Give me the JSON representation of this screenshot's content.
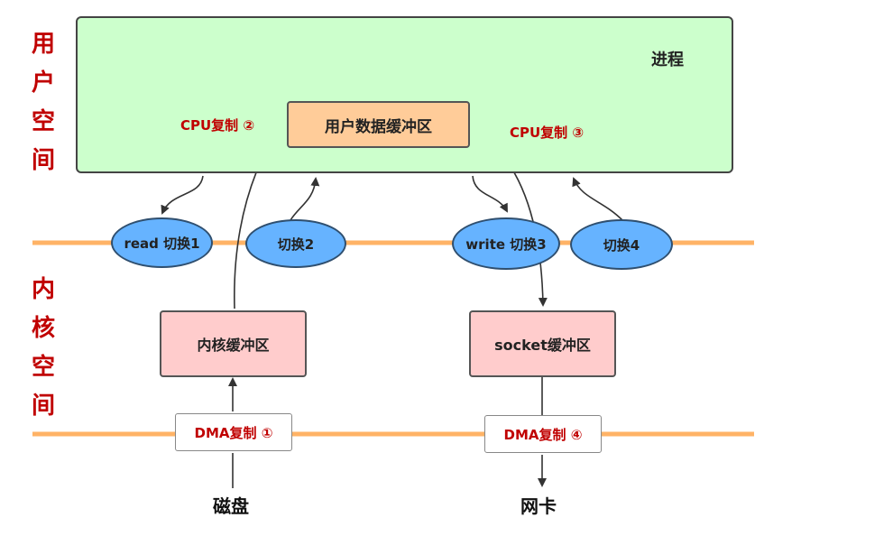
{
  "user_space": {
    "chars": [
      "用",
      "户",
      "空",
      "间"
    ]
  },
  "kernel_space": {
    "chars": [
      "内",
      "核",
      "空",
      "间"
    ]
  },
  "process": {
    "title": "进程",
    "buffer_label": "用户数据缓冲区"
  },
  "cpu_copy_left": "CPU复制 ②",
  "cpu_copy_right": "CPU复制 ③",
  "switches": [
    "read 切换1",
    "切换2",
    "write 切换3",
    "切换4"
  ],
  "kernel_buffer": "内核缓冲区",
  "socket_buffer": "socket缓冲区",
  "dma_copy_left": "DMA复制 ①",
  "dma_copy_right": "DMA复制 ④",
  "disk": "磁盘",
  "nic": "网卡",
  "colors": {
    "process_bg": "#ccffcc",
    "user_buffer": "#ffcc99",
    "kernel_buffer": "#ffcccc",
    "switch_ellipse": "#66b3ff",
    "boundary_line": "#ffb366",
    "label_red": "#c00000"
  }
}
